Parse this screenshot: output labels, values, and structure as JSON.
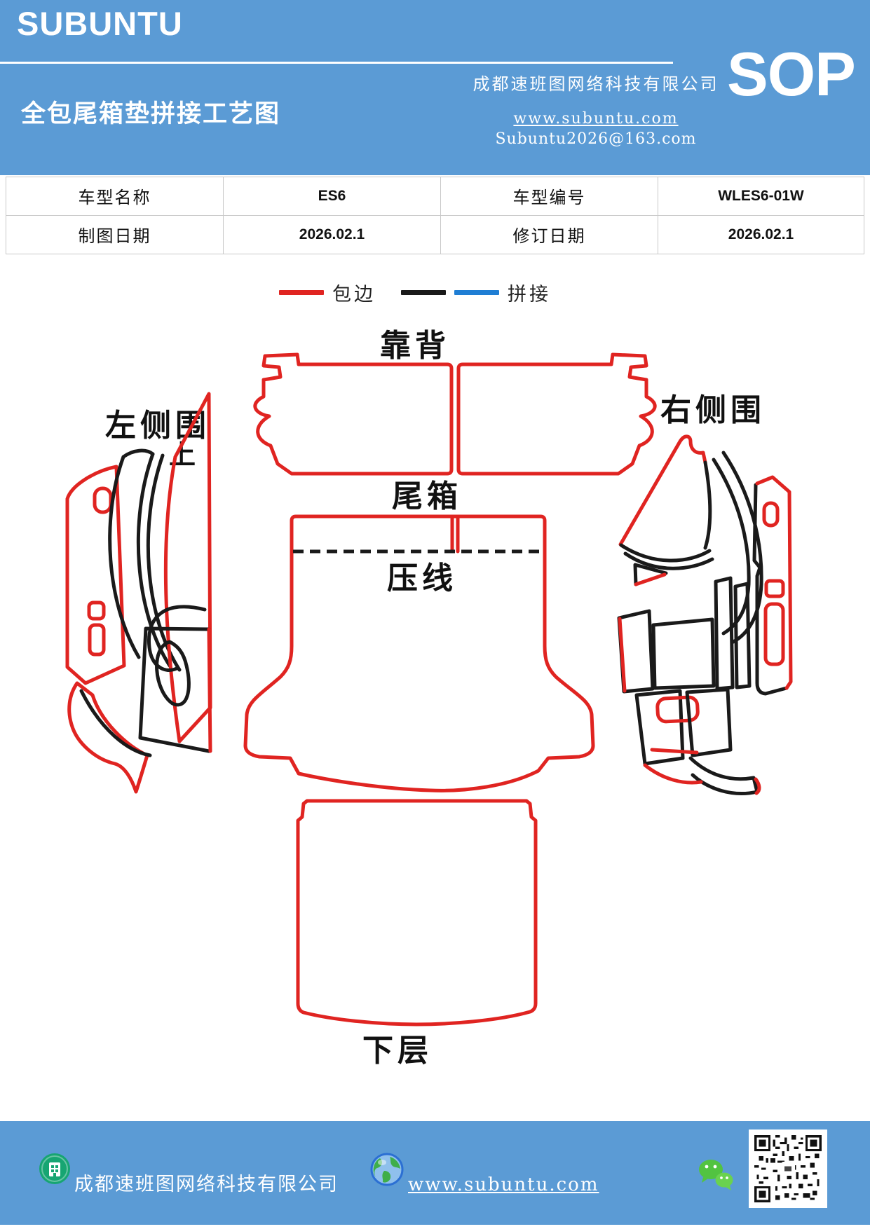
{
  "header": {
    "logo": "SUBUNTU",
    "title": "全包尾箱垫拼接工艺图",
    "company": "成都速班图网络科技有限公司",
    "website": "www.subuntu.com",
    "email": "Subuntu2026@163.com",
    "sop": "SOP"
  },
  "info_table": {
    "rows": [
      [
        "车型名称",
        "ES6",
        "车型编号",
        "WLES6-01W"
      ],
      [
        "制图日期",
        "2026.02.1",
        "修订日期",
        "2026.02.1"
      ]
    ]
  },
  "legend": {
    "edge_label": "包边",
    "splice_label": "拼接"
  },
  "diagram": {
    "labels": {
      "backrest": "靠背",
      "trunk": "尾箱",
      "crease": "压线",
      "left_side": "左侧围",
      "left_side_mark": "上",
      "right_side": "右侧围",
      "lower": "下层"
    }
  },
  "footer": {
    "company": "成都速班图网络科技有限公司",
    "website": "www.subuntu.com"
  },
  "theme": {
    "band_blue": "#5b9bd5",
    "line_red": "#e02421",
    "line_black": "#1a1a1a",
    "splice_blue": "#1f7ed4",
    "table_border": "#c9c9c9",
    "wechat_green": "#52c341",
    "icon_green": "#17a572",
    "globe_blue": "#2b6fd3"
  }
}
